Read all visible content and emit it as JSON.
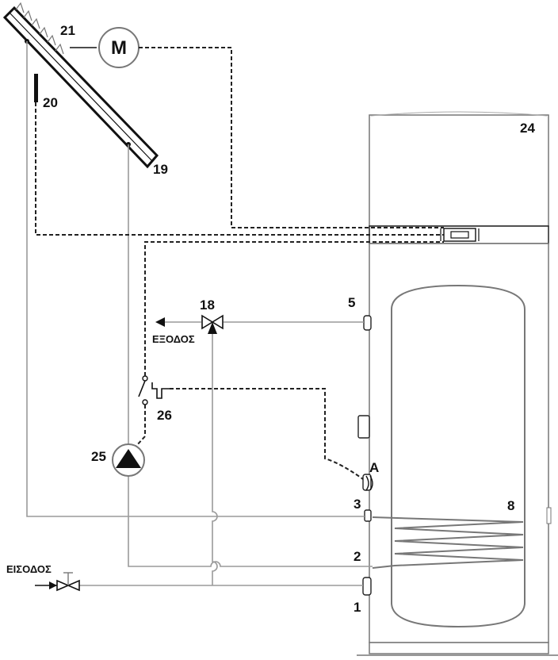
{
  "labels": {
    "n21": "21",
    "n20": "20",
    "n19": "19",
    "n24": "24",
    "n18": "18",
    "n5": "5",
    "n26": "26",
    "n25": "25",
    "nA": "A",
    "n3": "3",
    "n8": "8",
    "n2": "2",
    "n1": "1",
    "motor": "M",
    "outlet": "ΕΞΟΔΟΣ",
    "inlet": "ΕΙΣΟΔΟΣ"
  },
  "colors": {
    "line": "#111111",
    "pipe": "#9a9a9a",
    "outline": "#777777"
  }
}
